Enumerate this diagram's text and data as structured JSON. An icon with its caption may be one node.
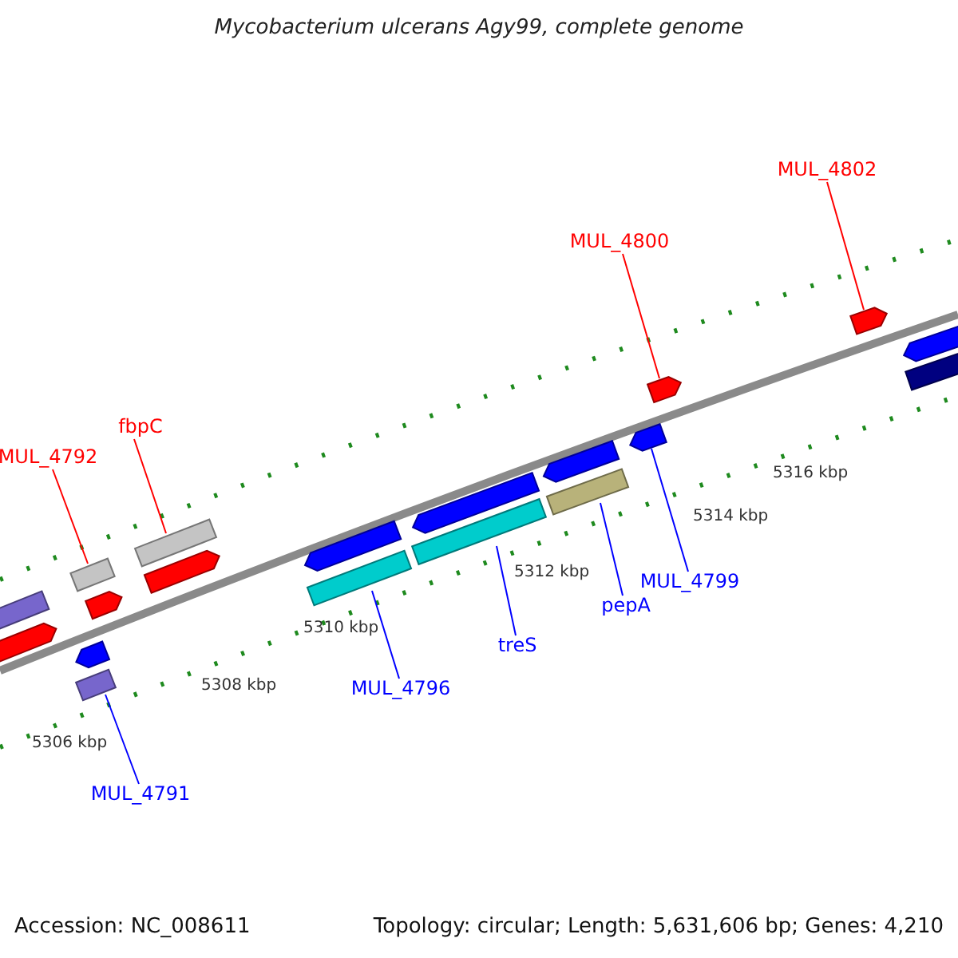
{
  "diagram": {
    "title": "Mycobacterium ulcerans Agy99, complete genome",
    "nodes": [
      {
        "text": [
          "MUL_4802"
        ]
      },
      {
        "text": [
          "MUL_4800"
        ]
      },
      {
        "text": [
          "fbpC"
        ]
      },
      {
        "text": [
          "MUL_4792"
        ]
      },
      {
        "text": [
          "MUL_4799"
        ]
      },
      {
        "text": [
          "pepA"
        ]
      },
      {
        "text": [
          "treS"
        ]
      },
      {
        "text": [
          "MUL_4796"
        ]
      },
      {
        "text": [
          "MUL_4791"
        ]
      },
      {
        "text": [],
        "shape": "bar"
      },
      {
        "text": [],
        "shape": "bar"
      },
      {
        "text": [],
        "shape": "bar"
      },
      {
        "text": [],
        "shape": "bar"
      },
      {
        "text": [],
        "shape": "bar"
      },
      {
        "text": [],
        "shape": "bar"
      },
      {
        "text": [],
        "shape": "bar"
      },
      {
        "text": [],
        "shape": "bar"
      },
      {
        "text": [],
        "shape": "bar"
      },
      {
        "text": [],
        "shape": "bar"
      },
      {
        "text": [],
        "shape": "bar"
      },
      {
        "text": [],
        "shape": "bar"
      },
      {
        "text": [],
        "shape": "bar"
      },
      {
        "text": [],
        "shape": "bar"
      },
      {
        "text": [],
        "shape": "bar"
      },
      {
        "text": [],
        "shape": "bar"
      },
      {
        "text": [],
        "shape": "bar"
      },
      {
        "text": [],
        "shape": "bar"
      },
      {
        "text": [],
        "shape": "bar"
      }
    ],
    "edges": [
      {
        "from": 0,
        "to": 9,
        "arrow": "none",
        "color": "#ff0000"
      },
      {
        "from": 1,
        "to": 10,
        "arrow": "none",
        "color": "#ff0000"
      },
      {
        "from": 2,
        "to": 11,
        "arrow": "none",
        "color": "#ff0000"
      },
      {
        "from": 3,
        "to": 12,
        "arrow": "none",
        "color": "#ff0000"
      },
      {
        "from": 4,
        "to": 13,
        "arrow": "none"
      },
      {
        "from": 5,
        "to": 14,
        "arrow": "none"
      },
      {
        "from": 6,
        "to": 15,
        "arrow": "none"
      },
      {
        "from": 7,
        "to": 16,
        "arrow": "none"
      },
      {
        "from": 8,
        "to": 17,
        "arrow": "none"
      }
    ],
    "labels": [
      "5306 kbp",
      "5308 kbp",
      "5310 kbp",
      "5312 kbp",
      "5314 kbp",
      "5316 kbp",
      "Accession: NC_008611",
      "Topology: circular; Length: 5,631,606 bp; Genes: 4,210"
    ]
  }
}
